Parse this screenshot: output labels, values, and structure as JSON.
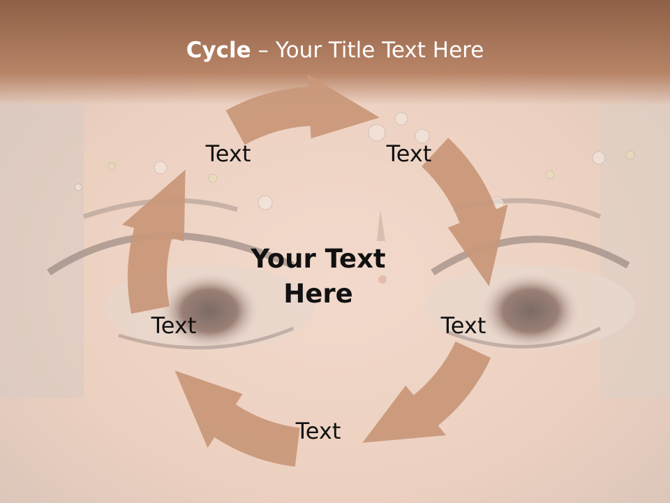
{
  "slide": {
    "title_bold": "Cycle",
    "title_rest": " – Your Title Text Here",
    "center_text_line1": "Your Text",
    "center_text_line2": "Here"
  },
  "cycle": {
    "nodes": [
      {
        "label": "Text"
      },
      {
        "label": "Text"
      },
      {
        "label": "Text"
      },
      {
        "label": "Text"
      },
      {
        "label": "Text"
      }
    ]
  },
  "colors": {
    "arrow": "#c9987a",
    "title_bar": "#8a5a40",
    "title_text": "#ffffff",
    "label_text": "#111111"
  }
}
